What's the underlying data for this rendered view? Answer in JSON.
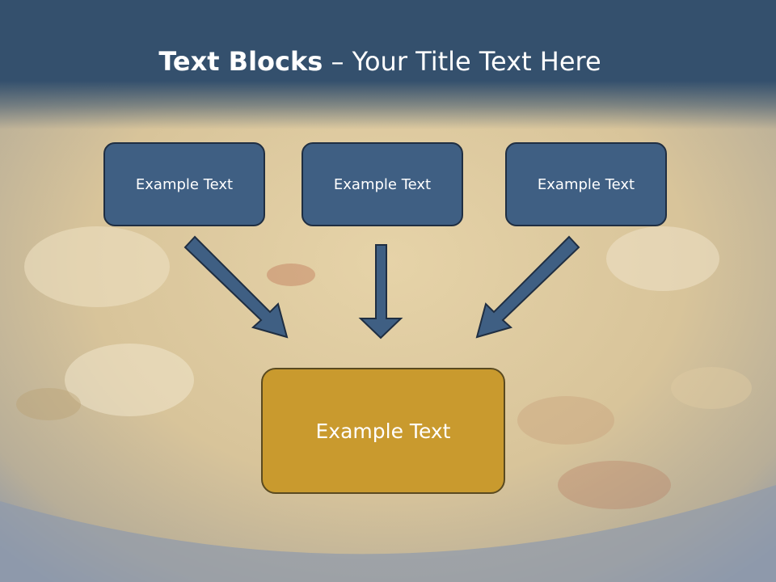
{
  "title": {
    "bold": "Text Blocks",
    "rest": " – Your Title Text Here"
  },
  "boxes": [
    {
      "label": "Example Text"
    },
    {
      "label": "Example Text"
    },
    {
      "label": "Example Text"
    }
  ],
  "target": {
    "label": "Example Text"
  },
  "colors": {
    "header": "#34506d",
    "box_fill": "#3f5f83",
    "target_fill": "#c99a2e",
    "arrow_fill": "#3f5f83"
  }
}
